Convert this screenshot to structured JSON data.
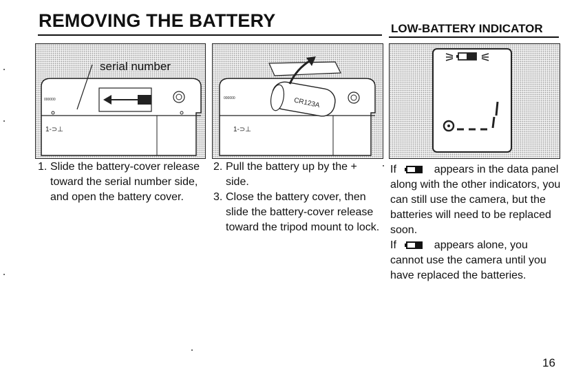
{
  "heading": {
    "title": "REMOVING THE BATTERY",
    "subtitle": "LOW-BATTERY INDICATOR"
  },
  "figures": {
    "panel1": {
      "callout": "serial number",
      "camera_label": "1-⊃⊥"
    },
    "panel2": {
      "battery_label": "CR123A",
      "camera_label": "1-⊃⊥"
    },
    "panel3": {
      "display_digit": "!",
      "display_bar": "0_ _!"
    }
  },
  "steps_left": [
    {
      "number": "1.",
      "text": "Slide the battery-cover release toward the serial number side, and open the battery cover."
    }
  ],
  "steps_middle": [
    {
      "number": "2.",
      "text": "Pull the battery up by the + side."
    },
    {
      "number": "3.",
      "text": "Close the battery cover, then slide the battery-cover release toward the tripod mount to lock."
    }
  ],
  "indicator_text": {
    "p1_before": "If",
    "p1_after": "appears in the data panel along with the other indicators, you can still use the camera, but the batteries will need to be replaced soon.",
    "p2_before": "If",
    "p2_after": "appears alone, you cannot use the camera until you have replaced the batteries."
  },
  "page_number": "16"
}
